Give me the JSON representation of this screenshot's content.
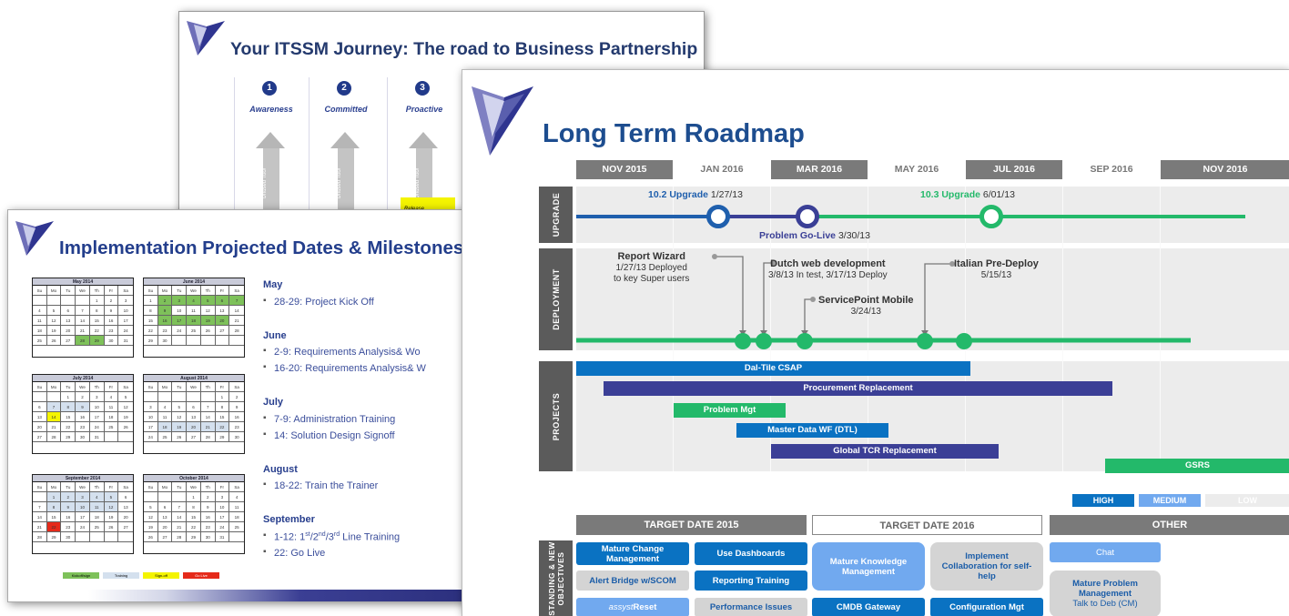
{
  "slide_itssm": {
    "title": "Your ITSSM Journey:  The road to Business Partnership",
    "stages": [
      {
        "num": "1",
        "label": "Awareness",
        "arrow_text": "Unused Tool"
      },
      {
        "num": "2",
        "label": "Committed",
        "arrow_text": "Unused Tool"
      },
      {
        "num": "3",
        "label": "Proactive",
        "arrow_text": "Unused Tool"
      }
    ],
    "release_label": "Release"
  },
  "slide_implementation": {
    "title": "Implementation Projected Dates & Milestones",
    "calendars": [
      {
        "title": "May 2014"
      },
      {
        "title": "June 2014"
      },
      {
        "title": "July 2014"
      },
      {
        "title": "August 2014"
      },
      {
        "title": "September 2014"
      },
      {
        "title": "October 2014"
      }
    ],
    "day_headers": [
      "Su",
      "Mo",
      "Tu",
      "We",
      "Th",
      "Fr",
      "Sa"
    ],
    "milestones": [
      {
        "month": "May",
        "items": [
          "28-29:  Project Kick Off"
        ]
      },
      {
        "month": "June",
        "items": [
          "2-9:  Requirements Analysis& Wo",
          "16-20:  Requirements Analysis& W"
        ]
      },
      {
        "month": "July",
        "items": [
          "7-9:  Administration Training",
          "14:  Solution Design Signoff"
        ]
      },
      {
        "month": "August",
        "items": [
          "18-22:  Train the Trainer"
        ]
      },
      {
        "month": "September",
        "items": [
          "1-12:  1st/2nd/3rd Line Training",
          "22:  Go Live"
        ]
      }
    ],
    "legend": [
      "Kickoff/sign",
      "Training",
      "Sign-off",
      "Go Live"
    ],
    "colors": {
      "kickoff": "#7ec15a",
      "training": "#d4e0ee",
      "signoff": "#f4f400",
      "golive": "#e52a1a"
    }
  },
  "slide_roadmap": {
    "title": "Long Term Roadmap",
    "timeline_headers": [
      "NOV 2015",
      "JAN 2016",
      "MAR 2016",
      "MAY 2016",
      "JUL 2016",
      "SEP 2016",
      "NOV 2016"
    ],
    "sections": {
      "upgrade": "UPGRADE",
      "deployment": "DEPLOYMENT",
      "projects": "PROJECTS",
      "objectives": "STANDING & NEW OBJECTIVES"
    },
    "upgrades": [
      {
        "name": "10.2 Upgrade",
        "date": "1/27/13",
        "color": "#1f5fad"
      },
      {
        "name": "Problem Go-Live",
        "date": "3/30/13",
        "color": "#3a3f96"
      },
      {
        "name": "10.3 Upgrade",
        "date": "6/01/13",
        "color": "#23b96a"
      }
    ],
    "deployments": [
      {
        "name": "Report Wizard",
        "detail": "1/27/13 Deployed\nto key Super users"
      },
      {
        "name": "Dutch web development",
        "detail": "3/8/13 In test, 3/17/13 Deploy"
      },
      {
        "name": "ServicePoint Mobile",
        "detail": "3/24/13"
      },
      {
        "name": "Italian Pre-Deploy",
        "detail": "5/15/13"
      }
    ],
    "projects": [
      {
        "name": "Dal-Tile CSAP",
        "priority": "high"
      },
      {
        "name": "Procurement Replacement",
        "priority": "indigo"
      },
      {
        "name": "Problem Mgt",
        "priority": "green"
      },
      {
        "name": "Master Data WF (DTL)",
        "priority": "high"
      },
      {
        "name": "Global TCR Replacement",
        "priority": "indigo"
      },
      {
        "name": "GSRS",
        "priority": "green"
      }
    ],
    "priority_legend": [
      "HIGH",
      "MEDIUM",
      "LOW"
    ],
    "target_headers": [
      "TARGET DATE 2015",
      "TARGET DATE 2016",
      "OTHER"
    ],
    "objectives": {
      "mature_change": "Mature Change Management",
      "use_dashboards": "Use Dashboards",
      "alert_bridge": "Alert Bridge w/SCOM",
      "reporting_training": "Reporting Training",
      "assyst_reset_prefix": "assyst",
      "assyst_reset_suffix": "Reset",
      "performance_issues": "Performance Issues",
      "mature_knowledge": "Mature Knowledge Management",
      "implement_collab": "Implement Collaboration for self-help",
      "cmdb_gateway": "CMDB Gateway",
      "configuration_mgt": "Configuration Mgt",
      "chat": "Chat",
      "mature_problem": "Mature Problem Management",
      "talk_to_deb": "Talk to Deb (CM)"
    },
    "colors": {
      "high": "#0a72c2",
      "medium": "#71a9ef",
      "low": "#e8e8e8",
      "indigo": "#3b3f96",
      "green": "#23b96a"
    }
  }
}
